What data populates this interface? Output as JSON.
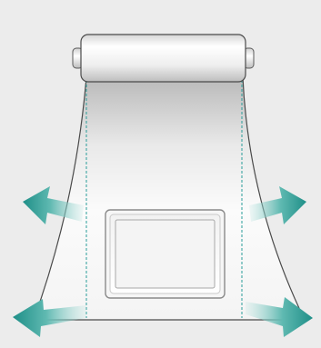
{
  "diagram": {
    "subject": "stretch-film-roll-unwinding",
    "colors": {
      "background": "#ececec",
      "film_light": "#ffffff",
      "film_shade": "#c9c9c9",
      "outline": "#4a4a4a",
      "dashed_guide": "#2a9d9a",
      "arrow_dark": "#1f8f88",
      "arrow_light": "#a9ddd8",
      "roll_light": "#ffffff",
      "roll_shade": "#cfcfcf"
    },
    "arrows": [
      {
        "id": "upper-left",
        "direction": "outward-left-up"
      },
      {
        "id": "upper-right",
        "direction": "outward-right-up"
      },
      {
        "id": "lower-left",
        "direction": "outward-left-down"
      },
      {
        "id": "lower-right",
        "direction": "outward-right-down"
      }
    ],
    "label_area": {
      "shape": "rounded-rectangle",
      "content": "blank"
    }
  }
}
